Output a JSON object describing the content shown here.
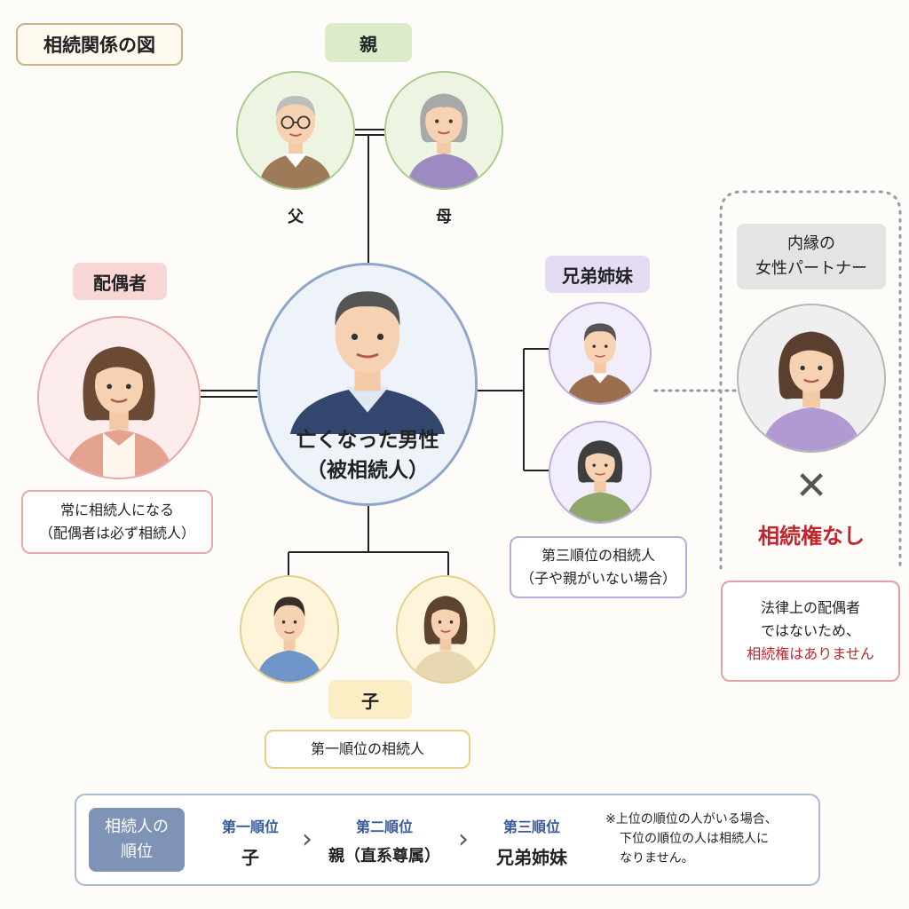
{
  "title": "相続関係の図",
  "parents": {
    "tag": "親",
    "father": "父",
    "mother": "母"
  },
  "deceased": {
    "line1": "亡くなった男性",
    "line2": "（被相続人）"
  },
  "spouse": {
    "tag": "配偶者",
    "note_line1": "常に相続人になる",
    "note_line2": "（配偶者は必ず相続人）"
  },
  "siblings": {
    "tag": "兄弟姉妹",
    "note_line1": "第三順位の相続人",
    "note_line2": "（子や親がいない場合）"
  },
  "children": {
    "tag": "子",
    "note": "第一順位の相続人"
  },
  "partner": {
    "tag_line1": "内縁の",
    "tag_line2": "女性パートナー",
    "cross": "✕",
    "status": "相続権なし",
    "note_line1": "法律上の配偶者",
    "note_line2": "ではないため、",
    "note_line3": "相続権はありません"
  },
  "order": {
    "label_line1": "相続人の",
    "label_line2": "順位",
    "ranks": [
      {
        "head": "第一順位",
        "value": "子"
      },
      {
        "head": "第二順位",
        "value": "親（直系尊属）"
      },
      {
        "head": "第三順位",
        "value": "兄弟姉妹"
      }
    ],
    "chevron": "›",
    "footnote_line1": "※上位の順位の人がいる場合、",
    "footnote_line2": "下位の順位の人は相続人に",
    "footnote_line3": "なりません。"
  },
  "colors": {
    "parents": "#dcebc9",
    "spouse": "#f8d6d6",
    "siblings": "#e3dcf3",
    "children": "#fbeec4",
    "partner": "#e4e4e4",
    "deceased_border": "#8fa6c9",
    "no_right": "#c0262d"
  }
}
